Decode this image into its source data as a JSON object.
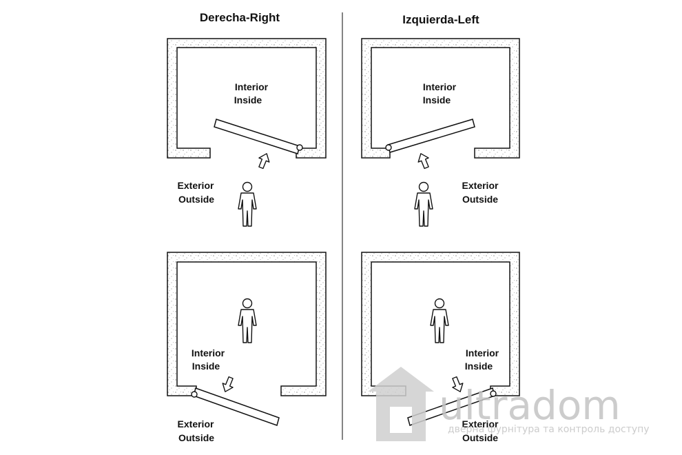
{
  "titles": {
    "right": "Derecha-Right",
    "left": "Izquierda-Left"
  },
  "labels": {
    "interior": "Interior",
    "inside": "Inside",
    "exterior": "Exterior",
    "outside": "Outside"
  },
  "watermark": {
    "brand": "ultradom",
    "tagline": "дверна фурнітура та контроль доступу"
  },
  "colors": {
    "line": "#111111",
    "wall_fill": "#ffffff",
    "watermark": "#c4c4c4"
  }
}
